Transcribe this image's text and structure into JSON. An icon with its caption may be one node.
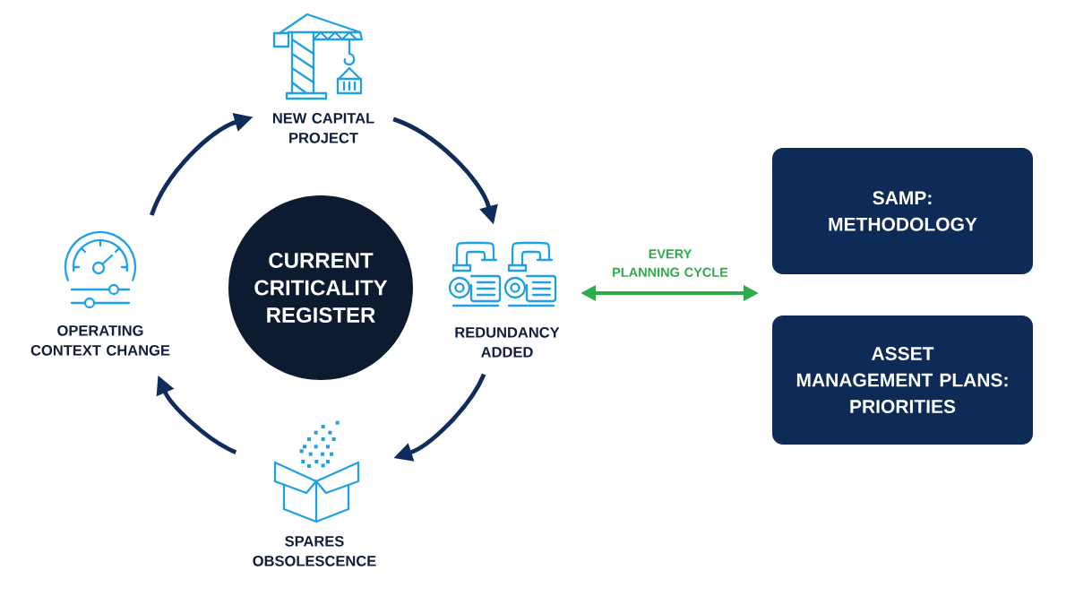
{
  "diagram": {
    "nodes": [
      {
        "text": [
          "NEW CAPITAL PROJECT"
        ]
      },
      {
        "text": [
          "REDUNDANCY ADDED"
        ]
      },
      {
        "text": [
          "SPARES OBSOLESCENCE"
        ]
      },
      {
        "text": [
          "OPERATING CONTEXT CHANGE"
        ]
      },
      {
        "text": [
          "CURRENT CRITICALITY REGISTER"
        ]
      },
      {
        "text": [
          "SAMP: METHODOLOGY"
        ]
      },
      {
        "text": [
          "ASSET MANAGEMENT PLANS: PRIORITIES"
        ]
      }
    ],
    "edges": [
      {
        "from": 3,
        "to": 0,
        "arrow": "to"
      },
      {
        "from": 0,
        "to": 1,
        "arrow": "to"
      },
      {
        "from": 1,
        "to": 2,
        "arrow": "to"
      },
      {
        "from": 2,
        "to": 3,
        "arrow": "to"
      },
      {
        "from": 1,
        "to": null,
        "arrow": "both",
        "label": "EVERY PLANNING CYCLE",
        "color": "#2eac4b"
      }
    ]
  }
}
